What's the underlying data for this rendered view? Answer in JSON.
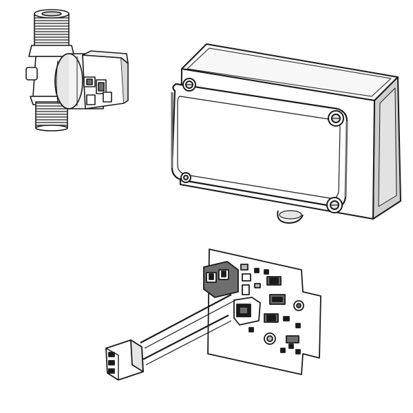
{
  "figure": {
    "kind": "exploded parts illustration, line art",
    "parts": [
      {
        "id": "solenoid-valve",
        "icon": "solenoid-valve-icon"
      },
      {
        "id": "control-enclosure",
        "icon": "enclosure-box-icon"
      },
      {
        "id": "circuit-board",
        "icon": "pcb-icon"
      },
      {
        "id": "cable-connector",
        "icon": "connector-plug-icon"
      }
    ]
  },
  "colors": {
    "stroke": "#1a1a1a",
    "fill": "#ffffff",
    "shade_light": "#e6e6e6",
    "shade_mid": "#b8b8b8",
    "shade_dark": "#6e6e6e",
    "background": "#ffffff"
  }
}
